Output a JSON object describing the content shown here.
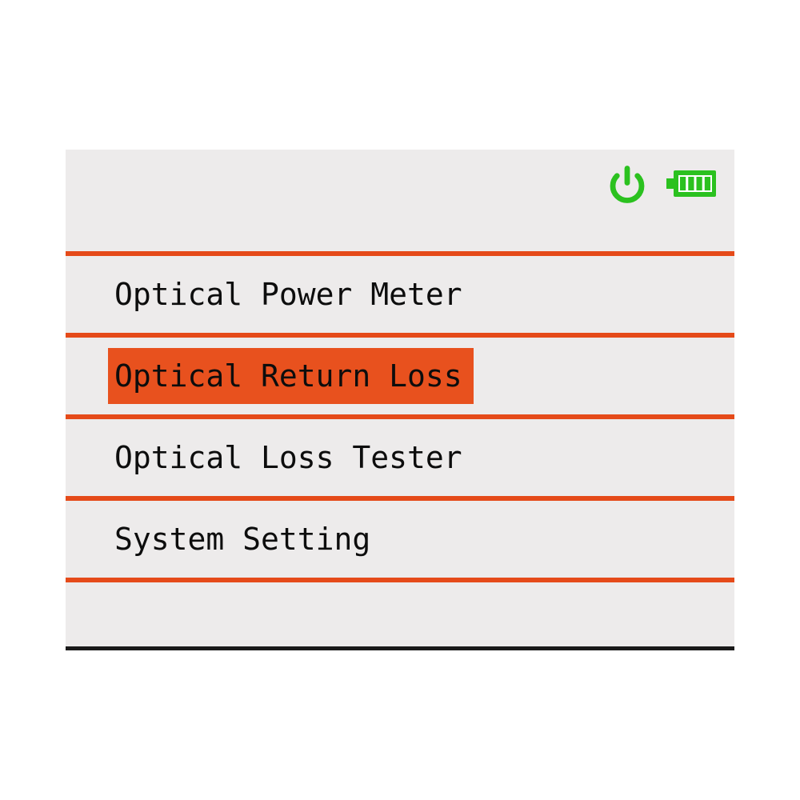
{
  "screen": {
    "bg_color": "#EDEBEB",
    "accent_color": "#E54A19",
    "highlight_color": "#E8511E",
    "icon_color": "#2BC11F",
    "bottom_line_color": "#1A1A1A",
    "text_color": "#0D0D0D"
  },
  "status_bar": {
    "power_icon": "power-icon",
    "battery_icon": "battery-icon",
    "battery_bars_filled": 4,
    "battery_bars_total": 4
  },
  "menu": {
    "selected_index": 1,
    "items": [
      {
        "label": "Optical Power Meter",
        "selected": false
      },
      {
        "label": "Optical Return Loss",
        "selected": true
      },
      {
        "label": "Optical Loss Tester",
        "selected": false
      },
      {
        "label": "System Setting",
        "selected": false
      }
    ]
  }
}
